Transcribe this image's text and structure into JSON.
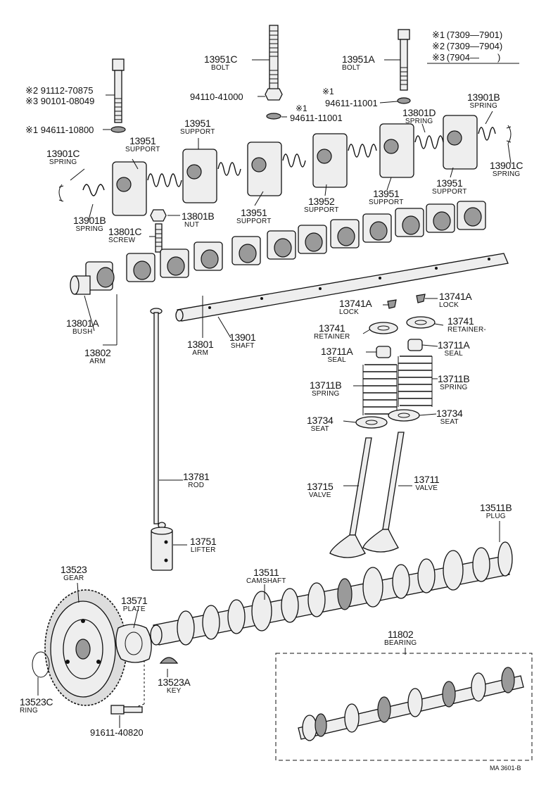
{
  "legend": [
    {
      "mark": "※1",
      "text": "(7309—7901)"
    },
    {
      "mark": "※2",
      "text": "(7309—7904)"
    },
    {
      "mark": "※3",
      "text": "(7904—  )"
    }
  ],
  "labels": {
    "l13951C": {
      "pn": "13951C",
      "name": "BOLT"
    },
    "l13951A": {
      "pn": "13951A",
      "name": "BOLT"
    },
    "l13901B_top": {
      "pn": "13901B",
      "name": "SPRING"
    },
    "l13801D": {
      "pn": "13801D",
      "name": "SPRING"
    },
    "l13951_a": {
      "pn": "13951",
      "name": "SUPPORT"
    },
    "l13951_b": {
      "pn": "13951",
      "name": "SUPPORT"
    },
    "l13901C_left": {
      "pn": "13901C",
      "name": "SPRING"
    },
    "l13901C_right": {
      "pn": "13901C",
      "name": "SPRING"
    },
    "l13951_c": {
      "pn": "13951",
      "name": "SUPPORT"
    },
    "l13952": {
      "pn": "13952",
      "name": "SUPPORT"
    },
    "l13951_d": {
      "pn": "13951",
      "name": "SUPPORT"
    },
    "l13951_e": {
      "pn": "13951",
      "name": "SUPPORT"
    },
    "l13801B": {
      "pn": "13801B",
      "name": "NUT"
    },
    "l13901B_left": {
      "pn": "13901B",
      "name": "SPRING"
    },
    "l13801C": {
      "pn": "13801C",
      "name": "SCREW"
    },
    "l13741A_l": {
      "pn": "13741A",
      "name": "LOCK"
    },
    "l13741A_r": {
      "pn": "13741A",
      "name": "LOCK"
    },
    "l13741_l": {
      "pn": "13741",
      "name": "RETAINER"
    },
    "l13741_r": {
      "pn": "13741",
      "name": "RETAINER-"
    },
    "l13801A": {
      "pn": "13801A",
      "name": "BUSH"
    },
    "l13802": {
      "pn": "13802",
      "name": "ARM"
    },
    "l13801": {
      "pn": "13801",
      "name": "ARM"
    },
    "l13901": {
      "pn": "13901",
      "name": "SHAFT"
    },
    "l13711A_l": {
      "pn": "13711A",
      "name": "SEAL"
    },
    "l13711A_r": {
      "pn": "13711A",
      "name": "SEAL"
    },
    "l13711B_l": {
      "pn": "13711B",
      "name": "SPRING"
    },
    "l13711B_r": {
      "pn": "13711B",
      "name": "SPRING"
    },
    "l13734_l": {
      "pn": "13734",
      "name": "SEAT"
    },
    "l13734_r": {
      "pn": "13734",
      "name": "SEAT"
    },
    "l13781": {
      "pn": "13781",
      "name": "ROD"
    },
    "l13715": {
      "pn": "13715",
      "name": "VALVE"
    },
    "l13711": {
      "pn": "13711",
      "name": "VALVE"
    },
    "l13511B": {
      "pn": "13511B",
      "name": "PLUG"
    },
    "l13751": {
      "pn": "13751",
      "name": "LIFTER"
    },
    "l13523": {
      "pn": "13523",
      "name": "GEAR"
    },
    "l13571": {
      "pn": "13571",
      "name": "PLATE"
    },
    "l13511": {
      "pn": "13511",
      "name": "CAMSHAFT"
    },
    "l11802": {
      "pn": "11802",
      "name": "BEARING"
    },
    "l13523A": {
      "pn": "13523A",
      "name": "KEY"
    },
    "l13523C": {
      "pn": "13523C",
      "name": "RING"
    }
  },
  "notes": {
    "n94110": "94110-41000",
    "n94611_11001_l": "※1  94611-11001",
    "n94611_11001_l_mark": "※1",
    "n94611_11001_l_pn": "94611-11001",
    "n94611_11001_r_mark": "※1",
    "n94611_11001_r_pn": "94611-11001",
    "n91112": "※2 91112-70875",
    "n90101": "※3 90101-08049",
    "n94611_10800": "※1  94611-10800",
    "n91611": "91611-40820"
  },
  "drawing_code": "MA 3601-B"
}
